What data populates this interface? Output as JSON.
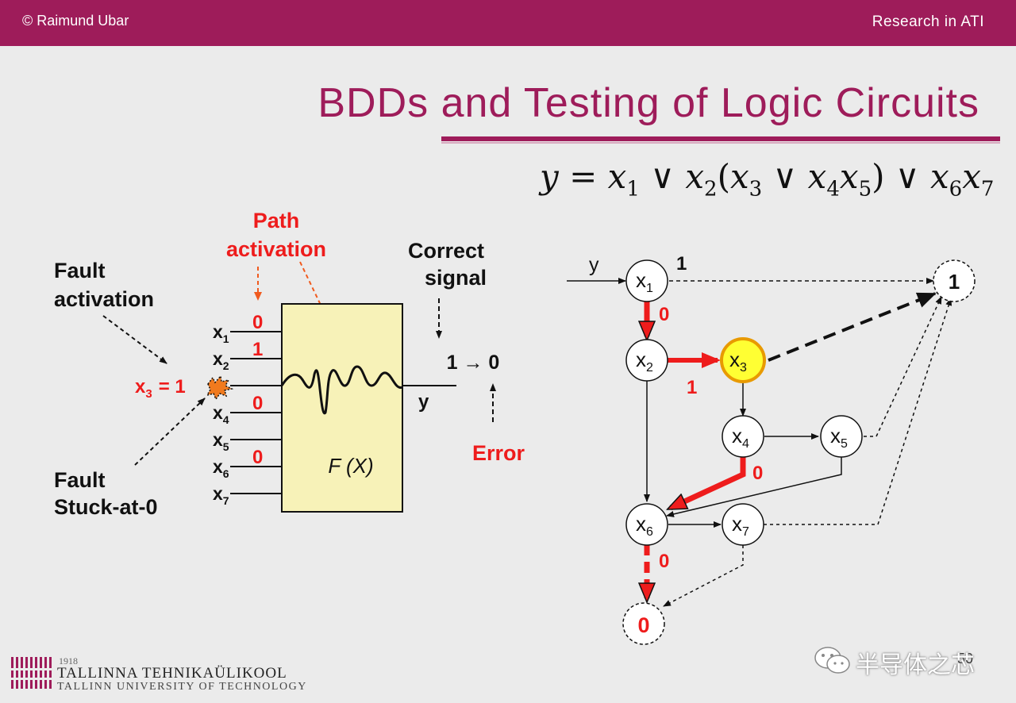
{
  "header": {
    "author": "© Raimund Ubar",
    "right": "Research in ATI"
  },
  "title": "BDDs and Testing of Logic Circuits",
  "formula": {
    "y": "y",
    "eq": " = ",
    "x": "x",
    "or": " ∨ ",
    "lp": "(",
    "rp": ")",
    "s1": "1",
    "s2": "2",
    "s3": "3",
    "s4": "4",
    "s5": "5",
    "s6": "6",
    "s7": "7"
  },
  "circuit": {
    "path_activation": [
      "Path",
      "activation"
    ],
    "fault_activation": [
      "Fault",
      "activation"
    ],
    "fault_stuck": [
      "Fault",
      "Stuck-at-0"
    ],
    "correct_signal": [
      "Correct",
      "signal"
    ],
    "error": "Error",
    "transition": "1 → 0",
    "fault_input": "x",
    "fault_input_sub": "3",
    "fault_input_val": "= 1",
    "block_label": "F (X)",
    "output": "y",
    "inputs": [
      {
        "name": "x",
        "sub": "1",
        "value": "0"
      },
      {
        "name": "x",
        "sub": "2",
        "value": "1"
      },
      {
        "name": "x",
        "sub": "4",
        "value": "0"
      },
      {
        "name": "x",
        "sub": "5",
        "value": ""
      },
      {
        "name": "x",
        "sub": "6",
        "value": "0"
      },
      {
        "name": "x",
        "sub": "7",
        "value": ""
      }
    ]
  },
  "bdd": {
    "entry_label": "y",
    "x": "x",
    "s1": "1",
    "s2": "2",
    "s3": "3",
    "s4": "4",
    "s5": "5",
    "s6": "6",
    "s7": "7",
    "term_one": "1",
    "term_zero": "0",
    "edge_x1_one": "1",
    "edge_x1_zero": "0",
    "edge_x2_one": "1",
    "edge_x4_zero": "0",
    "edge_x6_zero": "0"
  },
  "footer": {
    "year": "1918",
    "university": "TALLINNA TEHNIKAÜLIKOOL",
    "university_en": "TALLINN UNIVERSITY OF TECHNOLOGY",
    "watermark": "半导体之芯",
    "page": "50"
  },
  "colors": {
    "brand": "#9e1c5a",
    "red": "#ee1c1c",
    "highlight": "#ffff33"
  }
}
